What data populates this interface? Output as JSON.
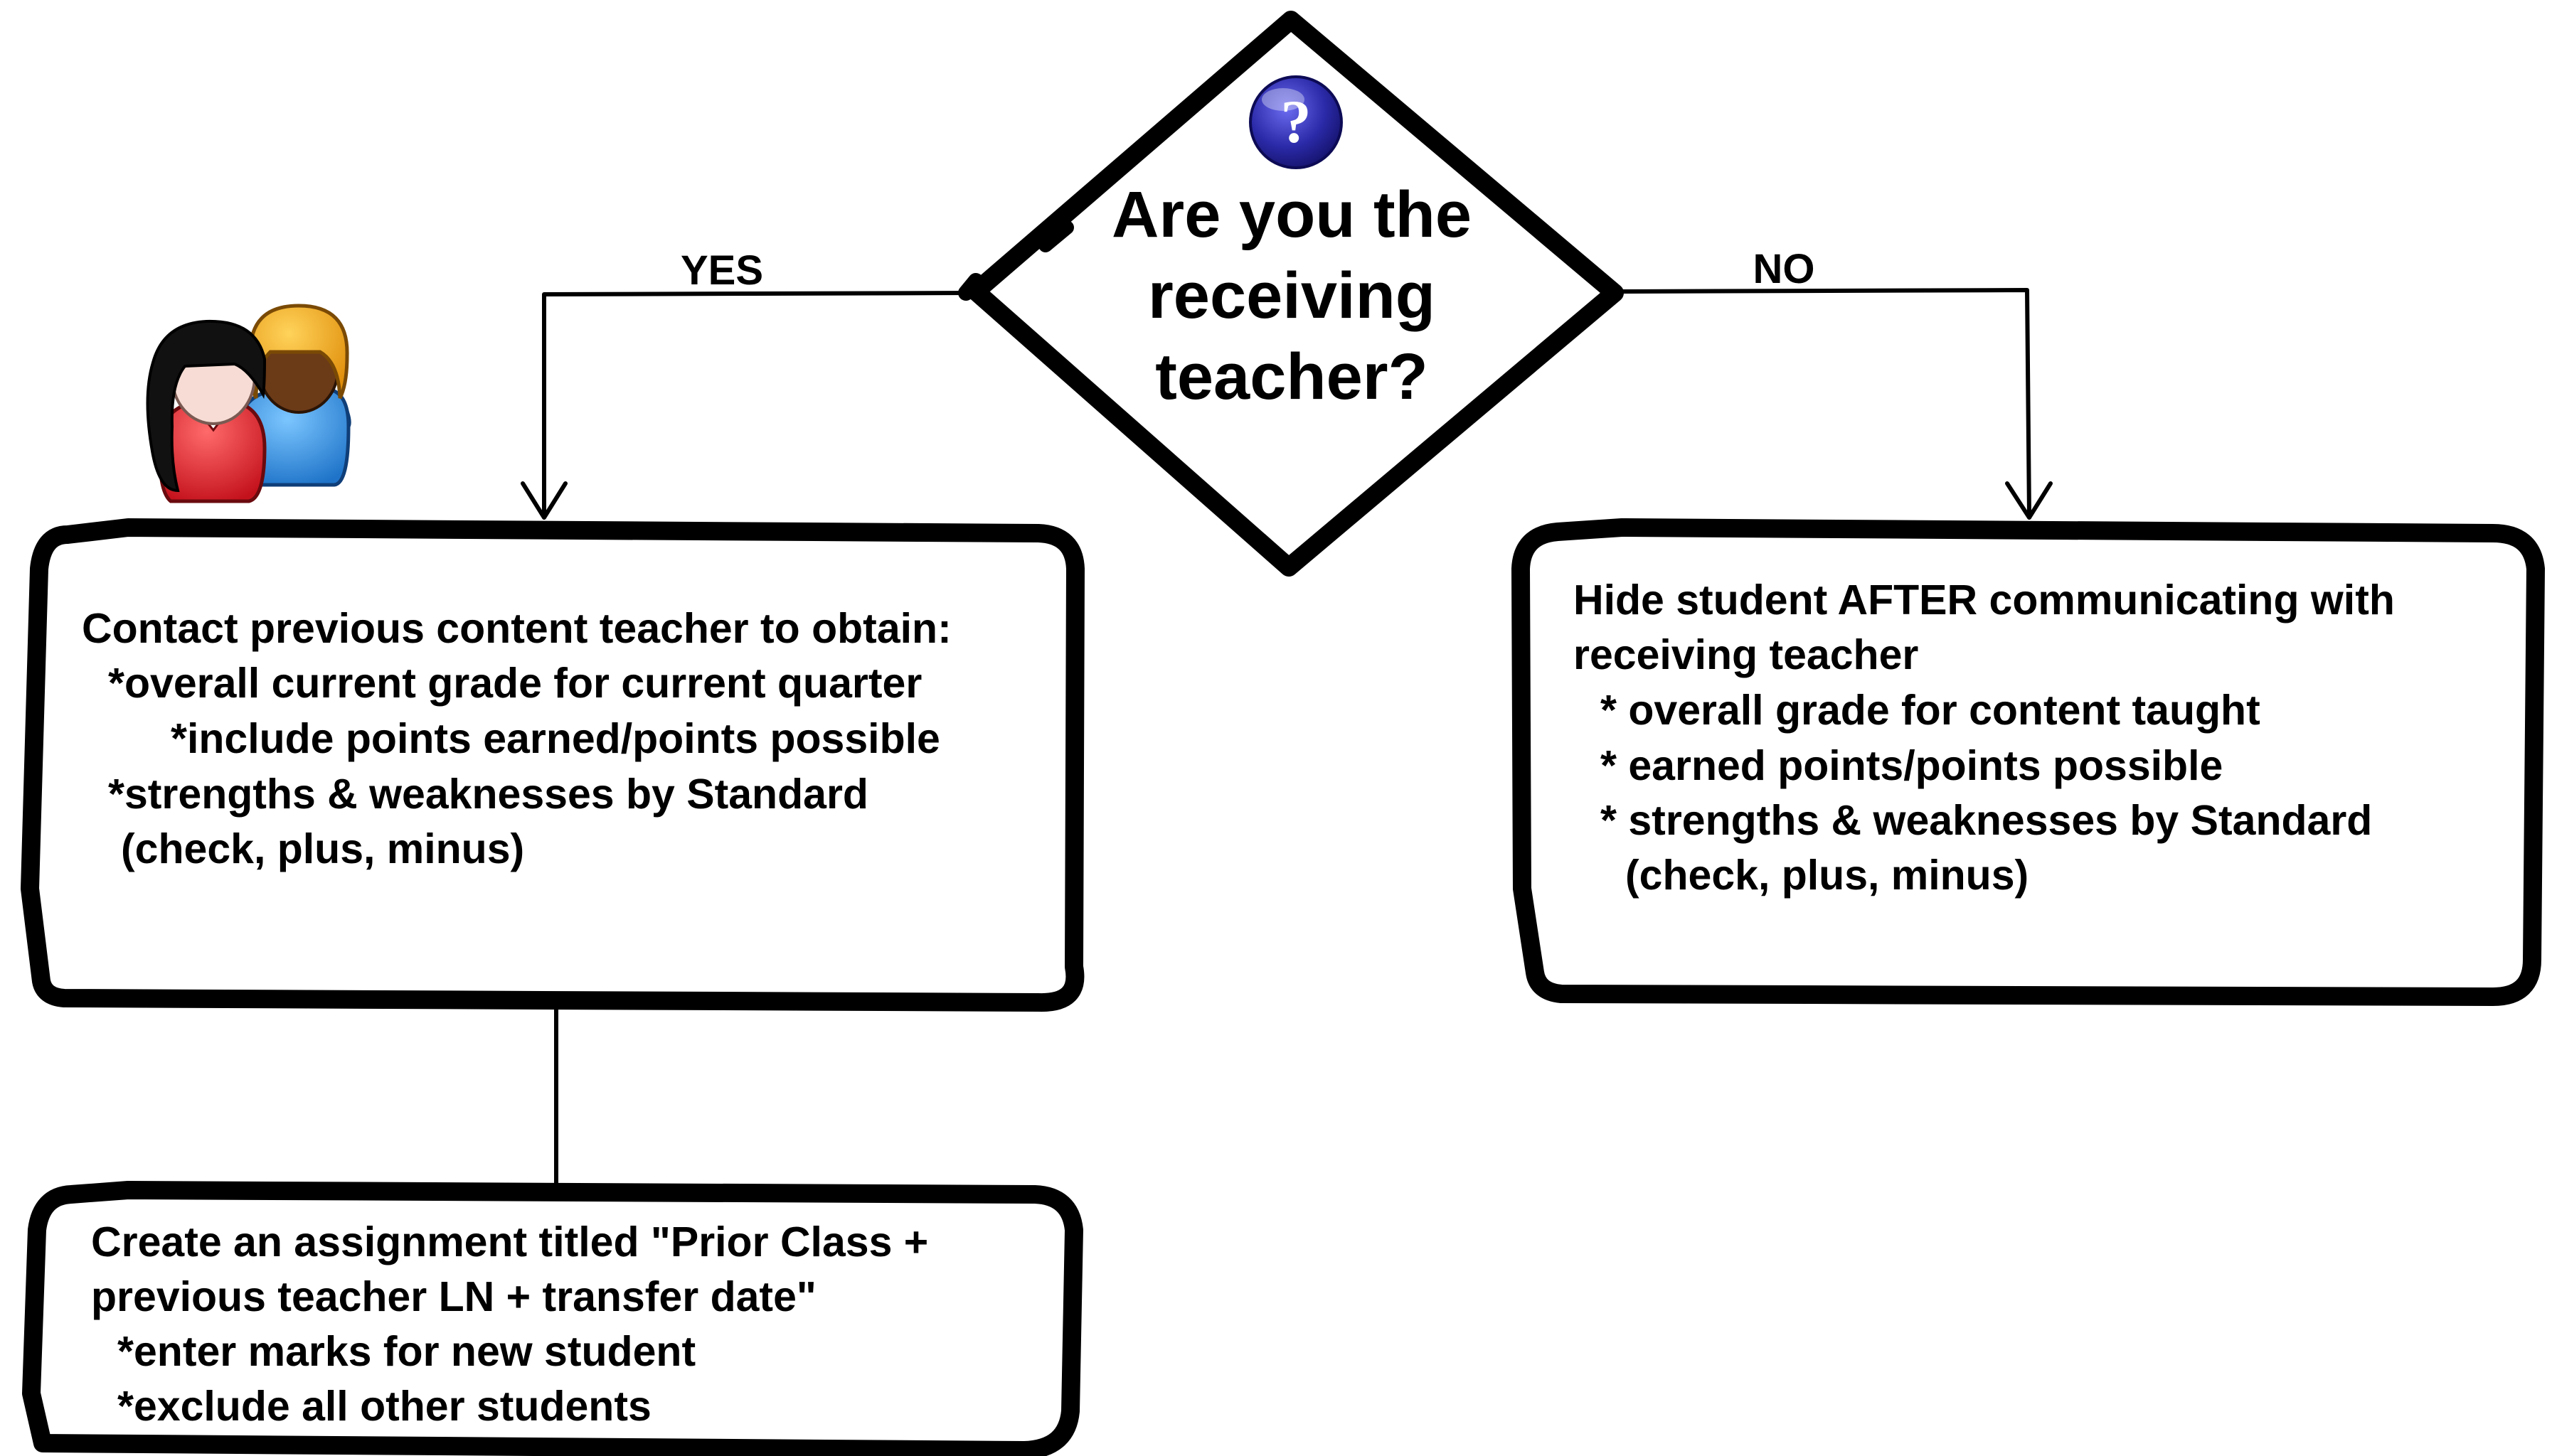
{
  "decision": {
    "lines": [
      "Are you the",
      "receiving",
      "teacher?"
    ],
    "icon": "question-mark-icon"
  },
  "branches": {
    "yes_label": "YES",
    "no_label": "NO"
  },
  "people_icon": "two-people-icon",
  "yes_box": {
    "lines": [
      "Contact previous content teacher to obtain:",
      "*overall current grade for current quarter",
      "*include points earned/points possible",
      "*strengths & weaknesses by Standard",
      "(check, plus, minus)"
    ]
  },
  "no_box": {
    "lines": [
      "Hide student AFTER communicating with",
      "receiving teacher",
      "* overall grade for content taught",
      "* earned points/points possible",
      "* strengths & weaknesses by Standard",
      "(check, plus, minus)"
    ]
  },
  "next_box": {
    "lines": [
      "Create an assignment titled \"Prior Class +",
      "previous teacher LN + transfer date\"",
      "*enter marks for new student",
      "*exclude all other students"
    ]
  },
  "colors": {
    "stroke": "#000000",
    "question_icon": "#2b2aa8",
    "person_left_shirt": "#e0262f",
    "person_right_shirt": "#2f8fe6",
    "person_right_hair": "#f4a51c"
  }
}
